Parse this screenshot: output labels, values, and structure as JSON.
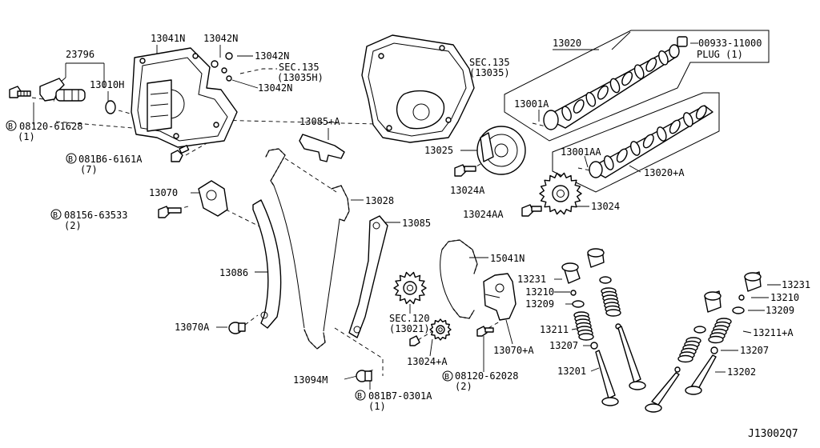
{
  "labels": {
    "p23796": "23796",
    "p13041n": "13041N",
    "p13042n_a": "13042N",
    "p13042n_b": "13042N",
    "p13042n_c": "13042N",
    "p13010h": "13010H",
    "sec135a_1": "SEC.135",
    "sec135a_2": "(13035H)",
    "sec135b_1": "SEC.135",
    "sec135b_2": "(13035)",
    "p13020": "13020",
    "plug_1": "00933-11000",
    "plug_2": "PLUG (1)",
    "p13001a": "13001A",
    "p13001aa": "13001AA",
    "p13020a": "13020+A",
    "p13025": "13025",
    "p13024a": "13024A",
    "p13024aa": "13024AA",
    "p13024": "13024",
    "b08120_61628": "08120-61628",
    "b08120_61628_q": "(1)",
    "b081b6_6161a": "081B6-6161A",
    "b081b6_6161a_q": "(7)",
    "p13085a": "13085+A",
    "p13070": "13070",
    "b08156_63533": "08156-63533",
    "b08156_63533_q": "(2)",
    "p13028": "13028",
    "p13085": "13085",
    "p15041n": "15041N",
    "p13086": "13086",
    "p13070a": "13070A",
    "sec120_1": "SEC.120",
    "sec120_2": "(13021)",
    "p13024pa": "13024+A",
    "p13070pa": "13070+A",
    "b08120_62028": "08120-62028",
    "b08120_62028_q": "(2)",
    "p13094m": "13094M",
    "b081b7_0301a": "081B7-0301A",
    "b081b7_0301a_q": "(1)",
    "p13231_l": "13231",
    "p13210_l": "13210",
    "p13209_l": "13209",
    "p13211_l": "13211",
    "p13207_l": "13207",
    "p13201": "13201",
    "p13231_r": "13231",
    "p13210_r": "13210",
    "p13209_r": "13209",
    "p13211a": "13211+A",
    "p13207_r": "13207",
    "p13202": "13202",
    "bolt_marker": "B",
    "diagram_id": "J13002Q7"
  }
}
